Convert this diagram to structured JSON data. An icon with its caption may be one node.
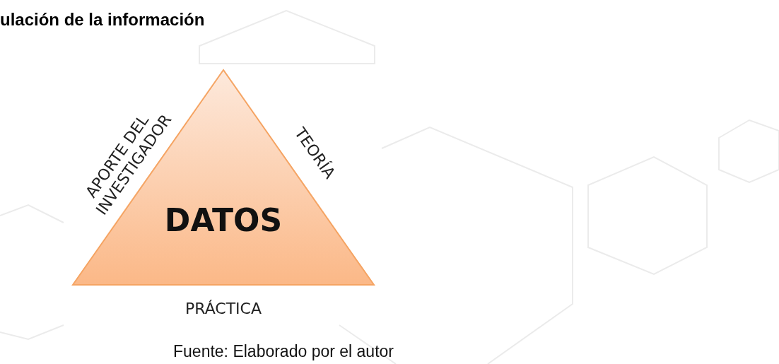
{
  "diagram": {
    "title": "ulación de la información",
    "caption": "Fuente: Elaborado por el autor",
    "nodes": [
      {
        "text": [
          "DATOS"
        ],
        "beside": [
          "APORTE DEL INVESTIGADOR",
          "TEORÍA",
          "PRÁCTICA"
        ]
      }
    ]
  }
}
